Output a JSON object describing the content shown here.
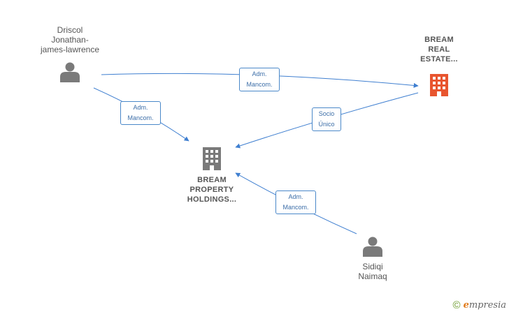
{
  "nodes": {
    "driscol": {
      "lines": [
        "Driscol",
        "Jonathan-",
        "james-lawrence"
      ],
      "kind": "person",
      "color": "#7a7a7a"
    },
    "bream_real": {
      "lines": [
        "BREAM",
        "REAL",
        "ESTATE..."
      ],
      "kind": "company",
      "color": "#e8552f"
    },
    "bream_property": {
      "lines": [
        "BREAM",
        "PROPERTY",
        "HOLDINGS..."
      ],
      "kind": "company",
      "color": "#7a7a7a"
    },
    "sidiqi": {
      "lines": [
        "Sidiqi",
        "Naimaq"
      ],
      "kind": "person",
      "color": "#7a7a7a"
    }
  },
  "edges": [
    {
      "from": "driscol",
      "to": "bream_real",
      "label": [
        "Adm.",
        "Mancom."
      ]
    },
    {
      "from": "driscol",
      "to": "bream_property",
      "label": [
        "Adm.",
        "Mancom."
      ]
    },
    {
      "from": "bream_real",
      "to": "bream_property",
      "label": [
        "Socio",
        "Único"
      ]
    },
    {
      "from": "sidiqi",
      "to": "bream_property",
      "label": [
        "Adm.",
        "Mancom."
      ]
    }
  ],
  "edge_color": "#3f7fd0",
  "footer": {
    "symbol": "©",
    "brand_initial": "e",
    "brand_rest": "mpresia"
  }
}
